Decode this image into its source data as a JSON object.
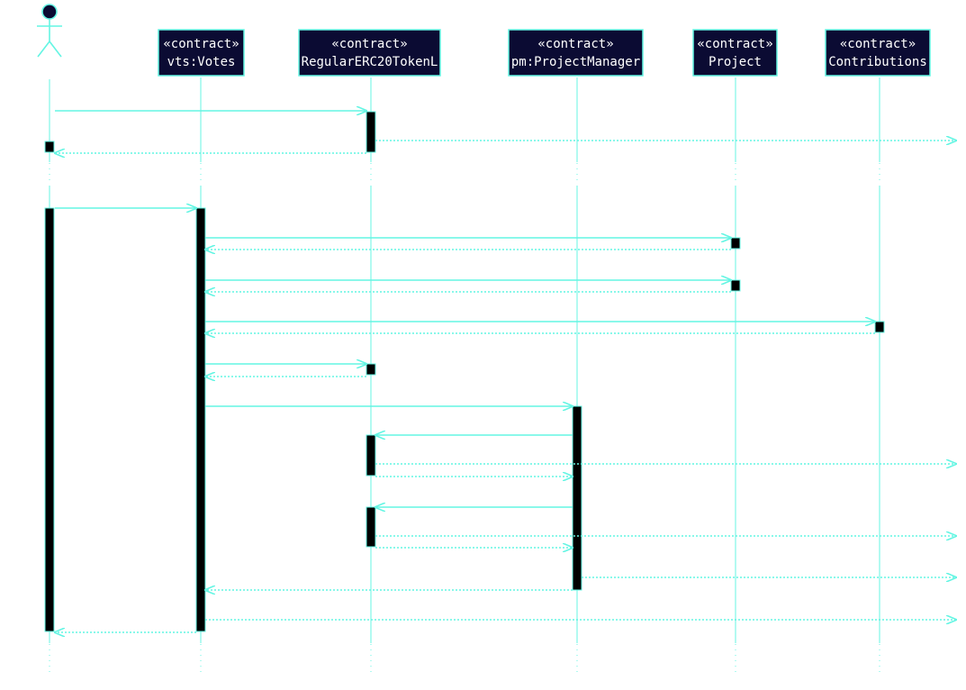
{
  "colors": {
    "line": "#64f5e3",
    "box_fill": "#0b0b33",
    "box_text": "#ffffff",
    "activation": "#000000",
    "background": "#ffffff"
  },
  "actor": {
    "icon": "stick-figure-actor-icon"
  },
  "participants": [
    {
      "id": "votes",
      "stereotype": "«contract»",
      "name": "vts:Votes"
    },
    {
      "id": "token",
      "stereotype": "«contract»",
      "name": "RegularERC20TokenL"
    },
    {
      "id": "pm",
      "stereotype": "«contract»",
      "name": "pm:ProjectManager"
    },
    {
      "id": "project",
      "stereotype": "«contract»",
      "name": "Project"
    },
    {
      "id": "contrib",
      "stereotype": "«contract»",
      "name": "Contributions"
    }
  ],
  "messages": [
    {
      "from": "actor",
      "to": "token",
      "type": "call"
    },
    {
      "from": "token",
      "to": "offscreen",
      "type": "return"
    },
    {
      "from": "token",
      "to": "actor",
      "type": "return"
    },
    {
      "from": "actor",
      "to": "votes",
      "type": "call"
    },
    {
      "from": "votes",
      "to": "project",
      "type": "call"
    },
    {
      "from": "project",
      "to": "votes",
      "type": "return"
    },
    {
      "from": "votes",
      "to": "project",
      "type": "call"
    },
    {
      "from": "project",
      "to": "votes",
      "type": "return"
    },
    {
      "from": "votes",
      "to": "contrib",
      "type": "call"
    },
    {
      "from": "contrib",
      "to": "votes",
      "type": "return"
    },
    {
      "from": "votes",
      "to": "token",
      "type": "call"
    },
    {
      "from": "token",
      "to": "votes",
      "type": "return"
    },
    {
      "from": "votes",
      "to": "pm",
      "type": "call"
    },
    {
      "from": "pm",
      "to": "token",
      "type": "call"
    },
    {
      "from": "token",
      "to": "offscreen",
      "type": "return"
    },
    {
      "from": "token",
      "to": "pm",
      "type": "return"
    },
    {
      "from": "pm",
      "to": "token",
      "type": "call"
    },
    {
      "from": "token",
      "to": "offscreen",
      "type": "return"
    },
    {
      "from": "token",
      "to": "pm",
      "type": "return"
    },
    {
      "from": "pm",
      "to": "offscreen",
      "type": "return"
    },
    {
      "from": "pm",
      "to": "votes",
      "type": "return"
    },
    {
      "from": "votes",
      "to": "offscreen",
      "type": "return"
    },
    {
      "from": "votes",
      "to": "actor",
      "type": "return"
    }
  ]
}
